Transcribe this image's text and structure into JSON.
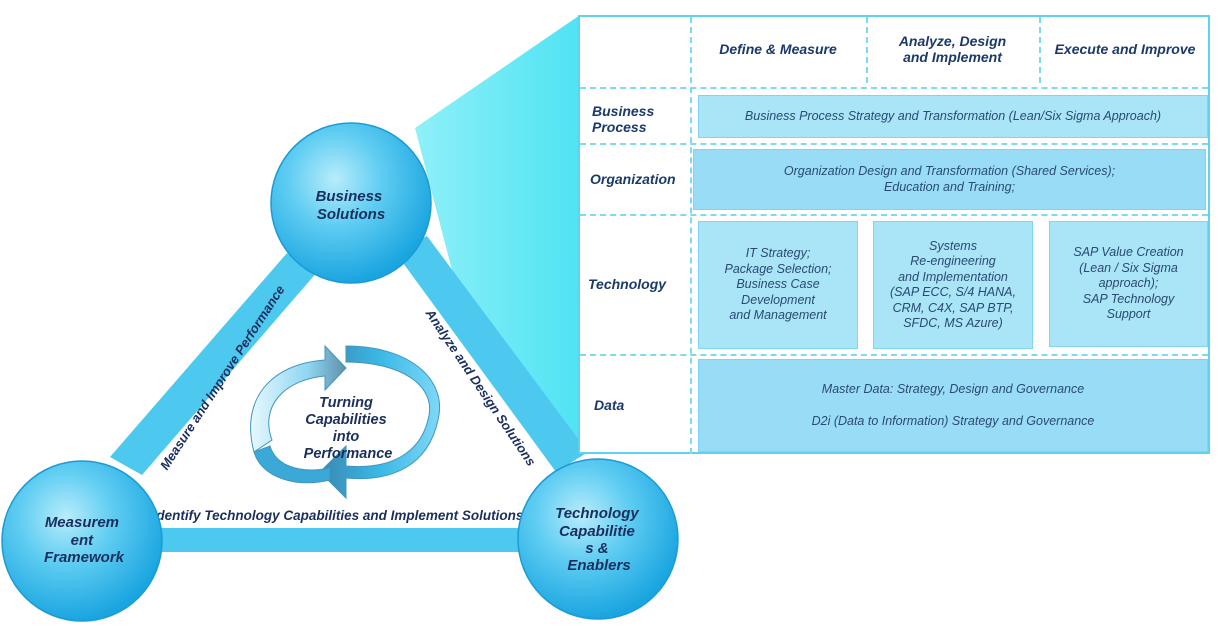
{
  "triangle": {
    "nodes": {
      "business": {
        "lines": [
          "Business",
          "Solutions"
        ]
      },
      "measurement": {
        "lines": [
          "Measurem",
          "ent",
          "Framework"
        ]
      },
      "technology": {
        "lines": [
          "Technology",
          "Capabilitie",
          "s &",
          "Enablers"
        ]
      }
    },
    "edges": {
      "left": "Measure and Improve Performance",
      "right": "Analyze and Design Solutions",
      "bottom": "Identify Technology Capabilities and Implement Solutions"
    },
    "center": {
      "lines": [
        "Turning",
        "Capabilities",
        "into",
        "Performance"
      ]
    }
  },
  "table": {
    "headers": [
      "Define & Measure",
      "Analyze, Design and Implement",
      "Execute and Improve"
    ],
    "rows": {
      "business_process": {
        "label": [
          "Business",
          "Process"
        ],
        "cell": "Business Process Strategy and Transformation (Lean/Six Sigma Approach)"
      },
      "organization": {
        "label": "Organization",
        "cell": [
          "Organization Design and Transformation (Shared Services);",
          "Education and Training;"
        ]
      },
      "technology": {
        "label": "Technology",
        "cells": [
          [
            "IT Strategy;",
            "Package Selection;",
            "Business Case",
            "Development",
            "and Management"
          ],
          [
            "Systems",
            "Re-engineering",
            "and Implementation",
            "(SAP ECC, S/4 HANA,",
            "CRM, C4X, SAP BTP,",
            "SFDC, MS Azure)"
          ],
          [
            "SAP Value Creation",
            "(Lean / Six Sigma",
            "approach);",
            "SAP Technology",
            "Support"
          ]
        ]
      },
      "data": {
        "label": "Data",
        "cell": [
          "Master Data: Strategy, Design and Governance",
          "D2i  (Data to Information) Strategy and Governance"
        ]
      }
    }
  },
  "colors": {
    "circle": "#29b6ea",
    "bar": "#4dc9f0",
    "text": "#1b2f5e",
    "cell": "#a9e4f7",
    "border": "#5fd3ee"
  }
}
